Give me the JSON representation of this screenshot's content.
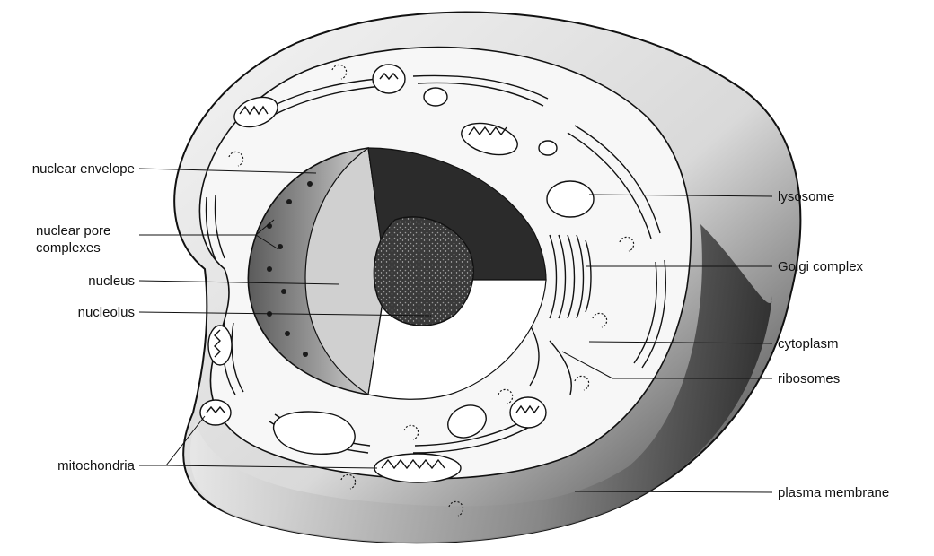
{
  "diagram": {
    "labels": {
      "nuclear_envelope": "nuclear envelope",
      "nuclear_pore_line1": "nuclear pore",
      "nuclear_pore_line2": "complexes",
      "nucleus": "nucleus",
      "nucleolus": "nucleolus",
      "mitochondria": "mitochondria",
      "lysosome": "lysosome",
      "golgi": "Golgi complex",
      "cytoplasm": "cytoplasm",
      "ribosomes": "ribosomes",
      "plasma_membrane": "plasma membrane"
    },
    "colors": {
      "ink": "#111111",
      "cell_shadow": "#3a3a3a",
      "cell_light": "#f2f2f2",
      "nucleus_shade": "#cfcfcf",
      "nucleus_dark": "#2a2a2a",
      "nucleolus": "#3c3c3c"
    }
  }
}
